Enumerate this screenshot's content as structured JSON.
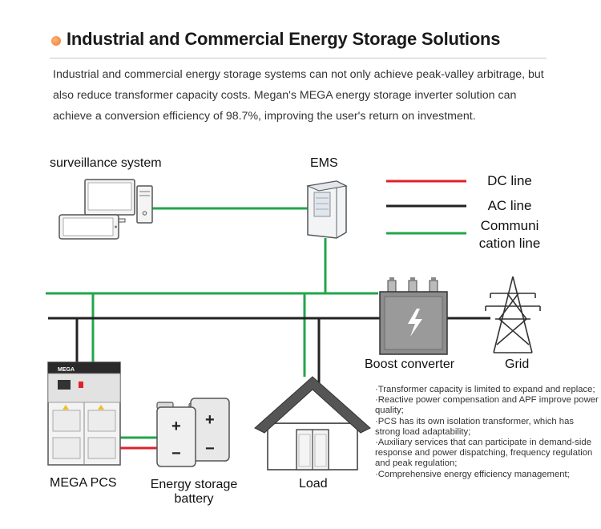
{
  "title": "Industrial and Commercial Energy Storage Solutions",
  "intro": "Industrial and commercial energy storage systems can not only achieve peak-valley arbitrage, but also reduce transformer capacity costs. Megan's MEGA energy storage inverter solution can achieve a conversion efficiency of 98.7%, improving the user's return on investment.",
  "labels": {
    "surveillance": "surveillance system",
    "ems": "EMS",
    "boost": "Boost converter",
    "grid": "Grid",
    "pcs": "MEGA PCS",
    "battery_line1": "Energy storage",
    "battery_line2": "battery",
    "load": "Load",
    "pcs_brand": "MEGA"
  },
  "legend": [
    {
      "label": "DC line",
      "color": "#e0202a"
    },
    {
      "label": "AC line",
      "color": "#222222"
    },
    {
      "label_line1": "Communi",
      "label_line2": "cation line",
      "color": "#22a64a"
    }
  ],
  "notes": [
    "·Transformer capacity is limited to expand and replace;",
    "·Reactive power compensation and APF improve power quality;",
    "·PCS has its own isolation transformer, which has strong load adaptability;",
    "·Auxiliary services that can participate in demand-side response and power dispatching, frequency regulation and peak regulation;",
    "·Comprehensive energy efficiency management;"
  ],
  "battery_symbols": {
    "plus": "+",
    "minus": "−"
  },
  "colors": {
    "dc": "#e0202a",
    "ac": "#222222",
    "comm": "#22a64a",
    "accent": "#f07a2a"
  }
}
